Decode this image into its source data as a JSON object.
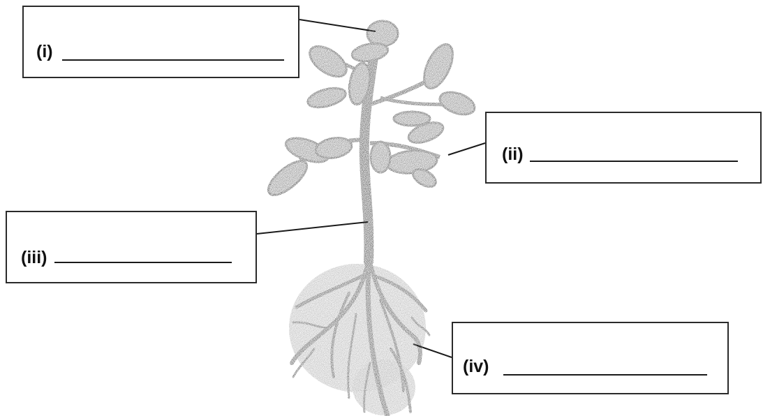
{
  "labels": [
    {
      "id": "i",
      "text": "(i)"
    },
    {
      "id": "ii",
      "text": "(ii)"
    },
    {
      "id": "iii",
      "text": "(iii)"
    },
    {
      "id": "iv",
      "text": "(iv)"
    }
  ],
  "colors": {
    "ink": "#1a1a1a",
    "plant": "#3a3a3a",
    "background": "#ffffff"
  }
}
